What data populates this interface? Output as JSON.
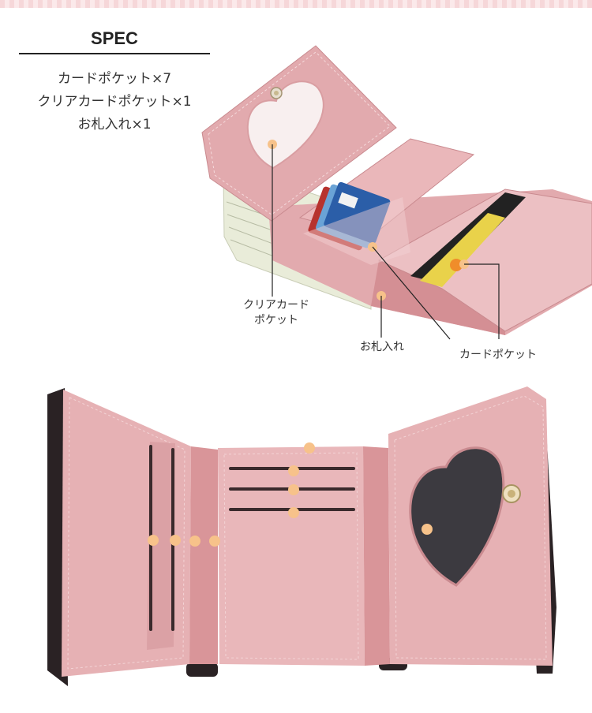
{
  "spec": {
    "title": "SPEC",
    "items": [
      "カードポケット×7",
      "クリアカードポケット×1",
      "お札入れ×1"
    ]
  },
  "callouts": {
    "clear_card_pocket": [
      "クリアカード",
      "ポケット"
    ],
    "bill_compartment": "お札入れ",
    "card_pocket": "カードポケット"
  },
  "colors": {
    "wallet_pink": "#e8b3b6",
    "wallet_pink_dark": "#d9969a",
    "marker": "#f7c28a",
    "heart_window": "#3c3a40",
    "wallet_edge": "#2a2224"
  }
}
